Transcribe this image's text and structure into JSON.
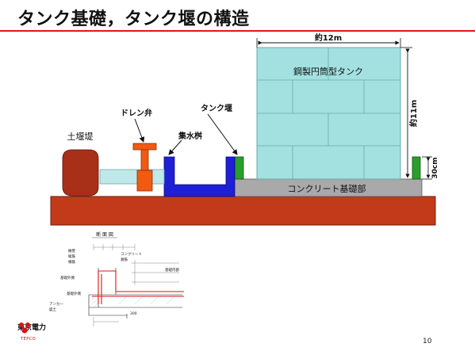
{
  "title": "タンク基礎，タンク堰の構造",
  "colors": {
    "title_rule": "#e8141b",
    "ground": "#c13b1b",
    "foundation": "#a9a9a9",
    "tank": "#a3e1e1",
    "earth_dike": "#a83018",
    "drain_valve": "#f25a12",
    "pit": "#1f1fd6",
    "weir": "#2a9e2a"
  },
  "labels": {
    "earth_dike": "土堰堤",
    "drain_valve": "ドレン弁",
    "tank_weir": "タンク堰",
    "collection_pit": "集水桝",
    "tank": "鋼製円筒型タンク",
    "foundation": "コンクリート基礎部",
    "width": "約12m",
    "height": "約11m",
    "weir_height": "30cm"
  },
  "inset": {
    "title": "断 面 図",
    "labels": [
      {
        "text": "コンクリート"
      },
      {
        "text": "基礎外側"
      },
      {
        "text": "基礎外側"
      },
      {
        "text": "アンカー"
      },
      {
        "text": "盛土"
      },
      {
        "text": "擁壁"
      },
      {
        "text": "縦筋"
      },
      {
        "text": "横筋"
      },
      {
        "text": "鉄筋"
      },
      {
        "text": "基礎内部"
      },
      {
        "text": "300"
      }
    ]
  },
  "footer": {
    "logo_text": "東京電力",
    "logo_sub": "TEPCO",
    "page_number": "10"
  }
}
